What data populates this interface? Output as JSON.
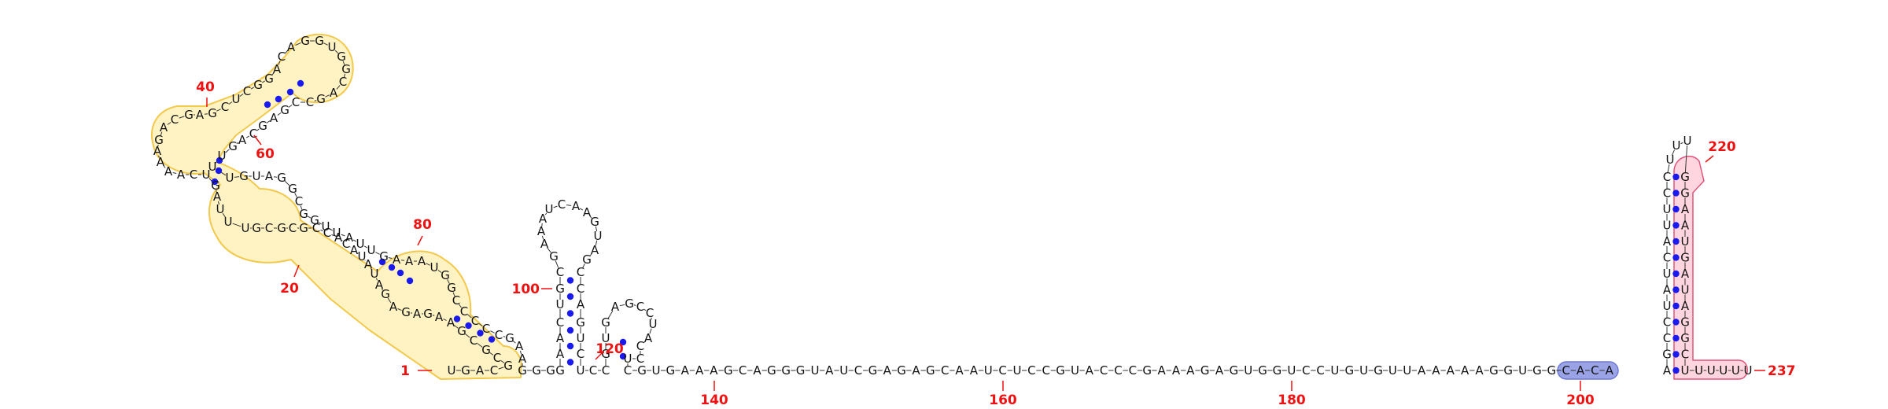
{
  "colors": {
    "backbone": "#333333",
    "pair_dot": "#1a1aee",
    "index_label": "#ee1111",
    "helix_fill": "#fff3c4",
    "helix_stroke": "#f2c94c",
    "blue_box_fill": "#9aa3e6",
    "blue_box_stroke": "#6f79d4",
    "pink_box_fill": "#ffd6df",
    "pink_box_stroke": "#e0567a"
  },
  "indices": [
    {
      "label": "1"
    },
    {
      "label": "20"
    },
    {
      "label": "40"
    },
    {
      "label": "60"
    },
    {
      "label": "80"
    },
    {
      "label": "100"
    },
    {
      "label": "120"
    },
    {
      "label": "140"
    },
    {
      "label": "160"
    },
    {
      "label": "180"
    },
    {
      "label": "200"
    },
    {
      "label": "220"
    },
    {
      "label": "237"
    }
  ],
  "sequences": {
    "tail_3prime": "UGAAAGCAGGGUAUCGAGAGCAAUCUCCGUACCCGAAAGAGUGGUCCUGUGUUAAAAAGGUGGCACA",
    "hairpin_stem_left": "AGCCUAUCAUUCC",
    "hairpin_stem_right": "GGAAUGAUAGGCU",
    "hairpin_loop": "UUU",
    "polyU": "UUUUU"
  }
}
